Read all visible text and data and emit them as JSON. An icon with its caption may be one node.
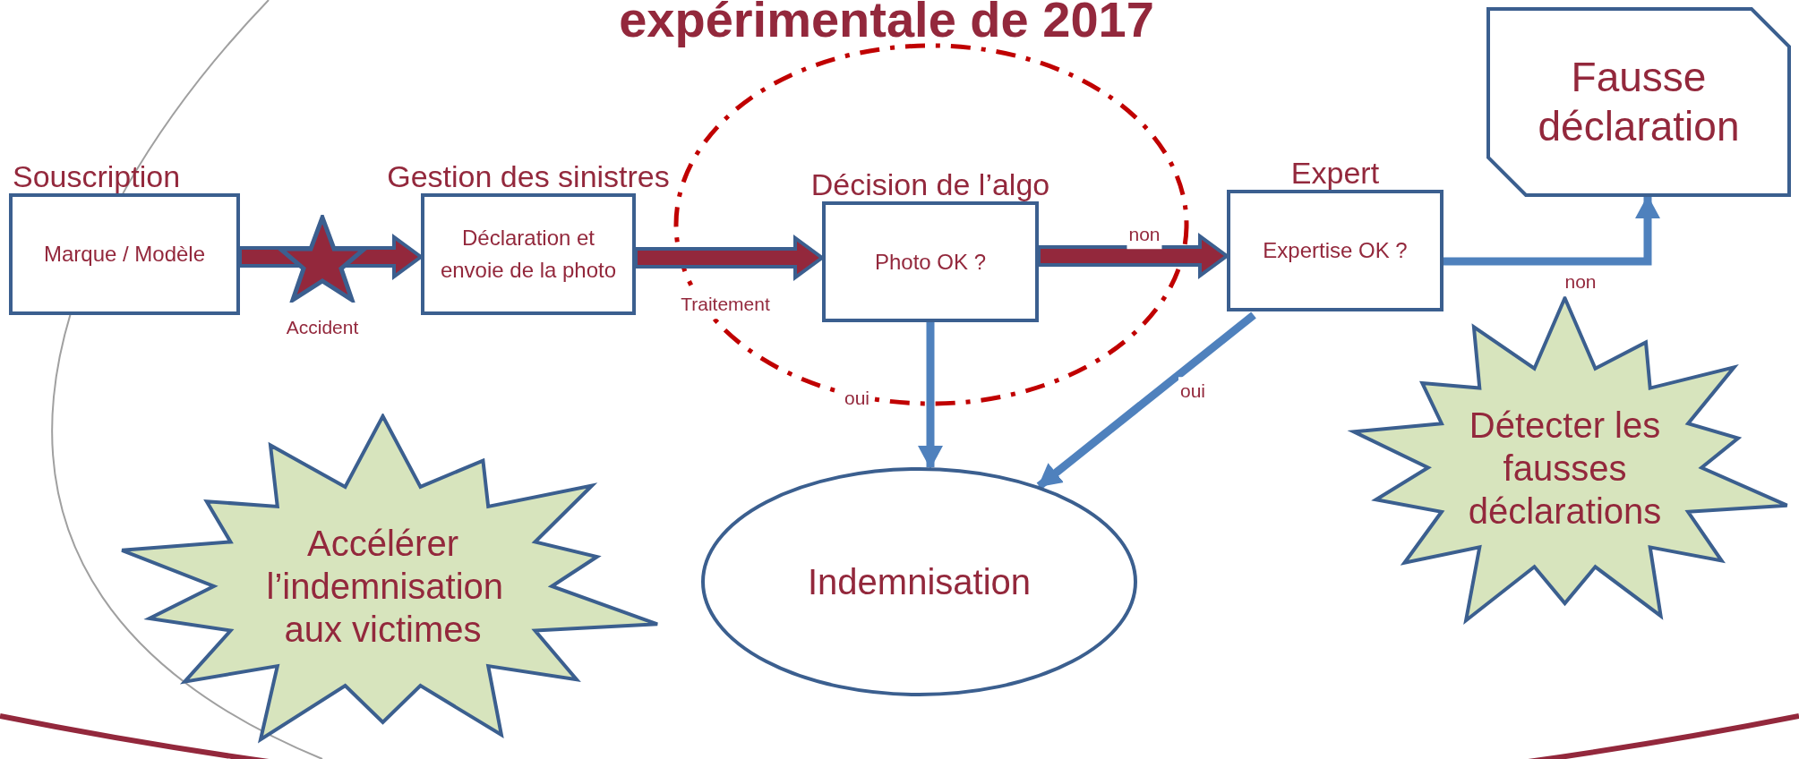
{
  "diagram": {
    "title": "expérimentale de 2017",
    "nodes": [
      {
        "text": [
          "Souscription",
          "Marque / Modèle"
        ]
      },
      {
        "text": [
          "Gestion des sinistres",
          "Déclaration et envoie de la photo"
        ]
      },
      {
        "text": [
          "Décision de l’algo",
          "Photo OK ?"
        ]
      },
      {
        "text": [
          "Expert",
          "Expertise OK ?"
        ]
      },
      {
        "text": [
          "Fausse déclaration"
        ]
      },
      {
        "text": [
          "Indemnisation"
        ]
      },
      {
        "text": [
          "Accélérer l’indemnisation aux victimes"
        ]
      },
      {
        "text": [
          "Détecter les fausses déclarations"
        ]
      },
      {
        "text": [],
        "shape": "star",
        "beside": [
          "Accident"
        ]
      }
    ],
    "edges": [
      {
        "from": 0,
        "to": 8,
        "arrow": "none",
        "style": "thick",
        "color": "#93283c"
      },
      {
        "from": 8,
        "to": 1,
        "arrow": "to",
        "style": "thick",
        "color": "#93283c"
      },
      {
        "from": 1,
        "to": 2,
        "arrow": "to",
        "label": "Traitement",
        "style": "thick",
        "color": "#93283c"
      },
      {
        "from": 2,
        "to": 3,
        "arrow": "to",
        "label": "non",
        "style": "thick",
        "color": "#93283c"
      },
      {
        "from": 3,
        "to": 4,
        "arrow": "to",
        "label": "non"
      },
      {
        "from": 2,
        "to": 5,
        "arrow": "to",
        "label": "oui"
      },
      {
        "from": 3,
        "to": 5,
        "arrow": "to",
        "label": "oui"
      }
    ]
  }
}
